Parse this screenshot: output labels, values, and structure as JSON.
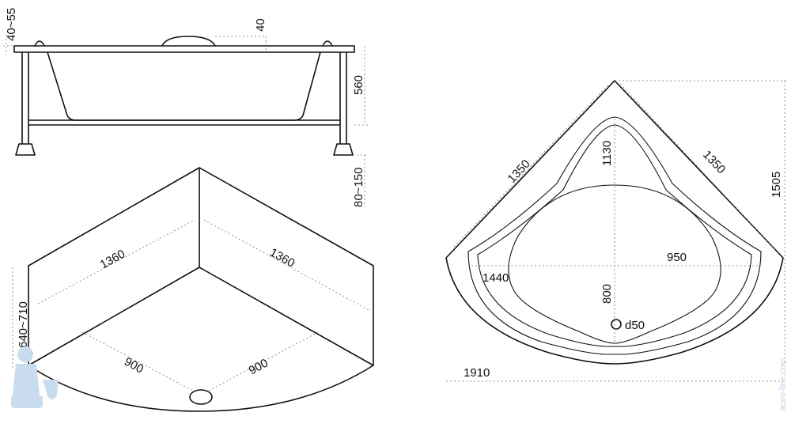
{
  "side_view": {
    "rim_height": "40~55",
    "headrest_height": "40",
    "depth": "560",
    "leg_height": "80~150"
  },
  "panel_view": {
    "left_width": "1360",
    "right_width": "1360",
    "panel_height": "640~710",
    "inner_left": "900",
    "inner_right": "900"
  },
  "top_view": {
    "side_left": "1350",
    "side_right": "1350",
    "total_width": "1910",
    "total_depth": "1505",
    "inner_length": "1130",
    "inner_width": "1440",
    "basin_width": "950",
    "basin_depth": "800",
    "drain": "d50"
  },
  "watermark": "acvo-line.com"
}
